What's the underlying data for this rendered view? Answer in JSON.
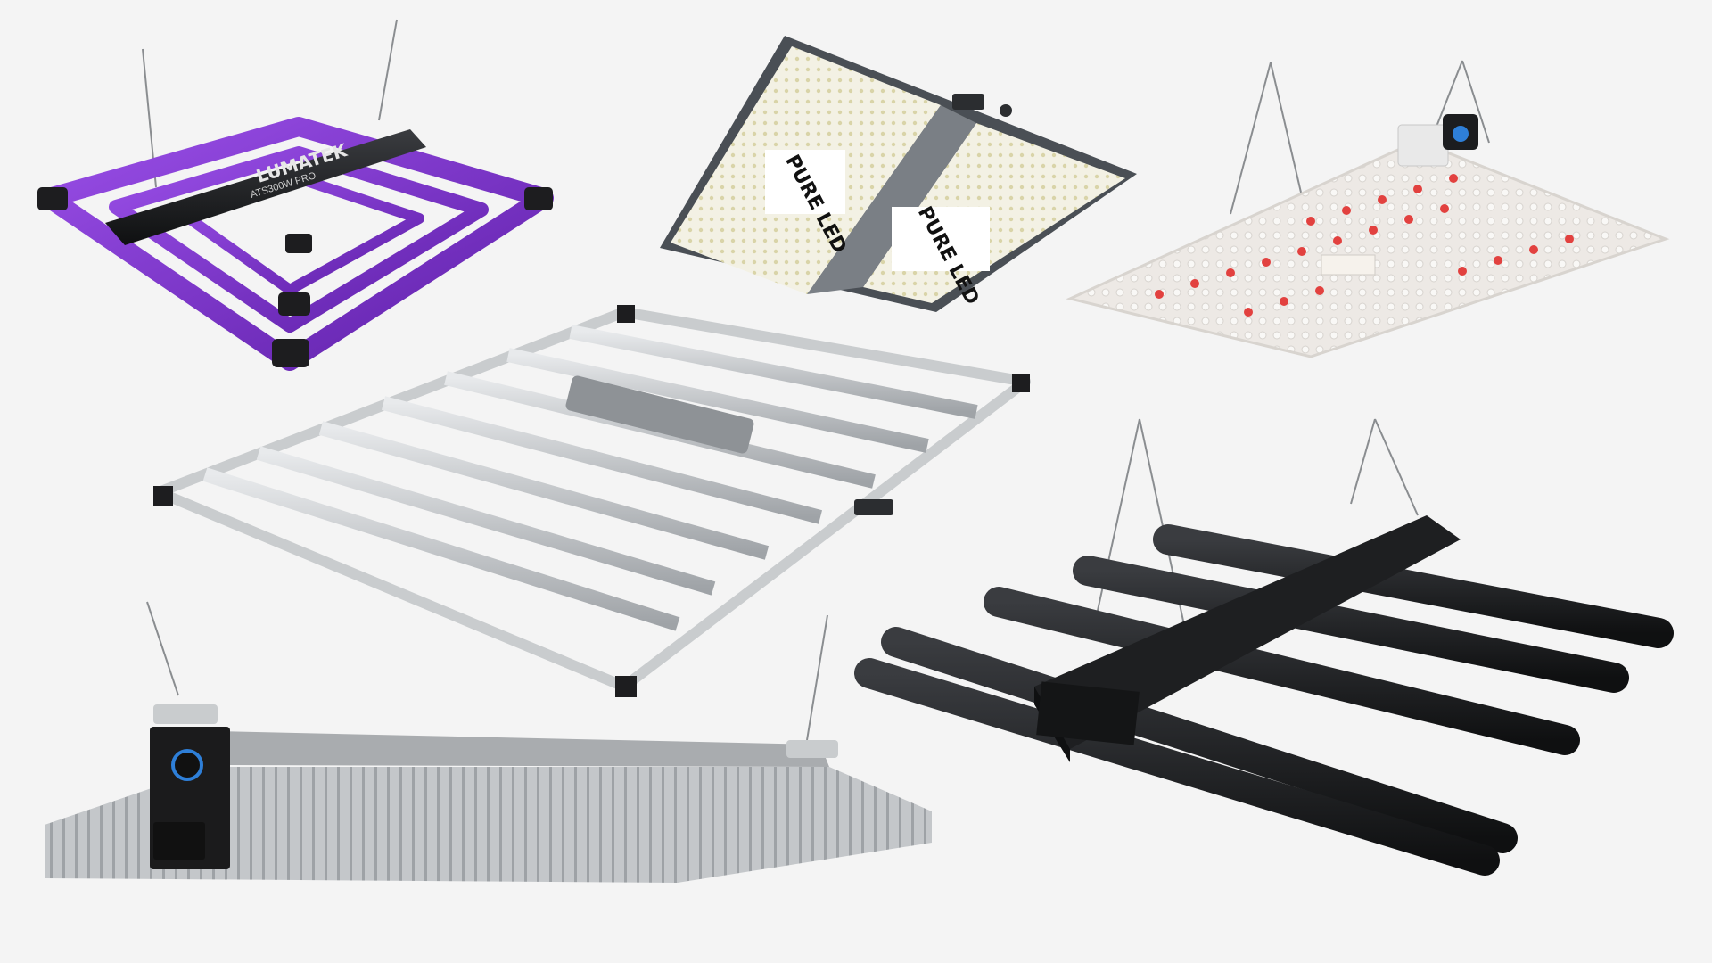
{
  "scene": {
    "background": "#f4f4f4",
    "products": [
      {
        "id": "purple-bar-light",
        "brand": "LUMATEK",
        "model": "ATS300W PRO",
        "frame_color": "#7a2fc9"
      },
      {
        "id": "quantum-board-light",
        "brand": "PURE LED",
        "frame_color": "#4a4f55"
      },
      {
        "id": "white-quantum-board-light",
        "frame_color": "#e6e3df",
        "accent_color": "#e2413f"
      },
      {
        "id": "silver-bar-light",
        "frame_color": "#c9ccce"
      },
      {
        "id": "black-bar-light",
        "frame_color": "#1e1f21"
      },
      {
        "id": "heatsink-bar-light",
        "frame_color": "#b8bbbe",
        "driver_color": "#1b1b1c",
        "accent_color": "#2e7fd8"
      }
    ]
  }
}
